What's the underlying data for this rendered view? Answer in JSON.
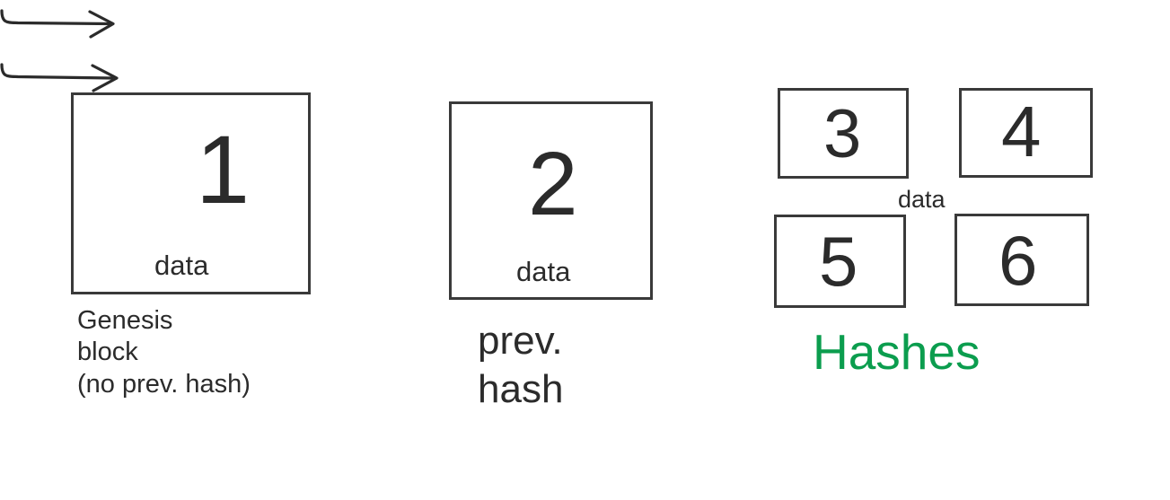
{
  "diagram": {
    "title": "blockchain-block-linking",
    "background": "#ffffff",
    "stroke_color": "#3a3a3a",
    "text_color": "#2b2b2b",
    "accent_color": "#0b9d4e"
  },
  "blocks": [
    {
      "id": "block-1",
      "number": "1",
      "data_label": "data"
    },
    {
      "id": "block-2",
      "number": "2",
      "data_label": "data"
    },
    {
      "id": "block-3",
      "number": "3"
    },
    {
      "id": "block-4",
      "number": "4"
    },
    {
      "id": "block-5",
      "number": "5"
    },
    {
      "id": "block-6",
      "number": "6"
    }
  ],
  "labels": {
    "hash_group_data": "data",
    "genesis_caption": "Genesis\nblock\n(no prev. hash)",
    "prev_hash_caption": "prev.\nhash",
    "hashes_caption": "Hashes"
  },
  "arrows": [
    {
      "id": "arrow-1",
      "from": "block-1",
      "to": "block-2"
    },
    {
      "id": "arrow-2",
      "from": "block-2",
      "to": "hash-group"
    }
  ]
}
